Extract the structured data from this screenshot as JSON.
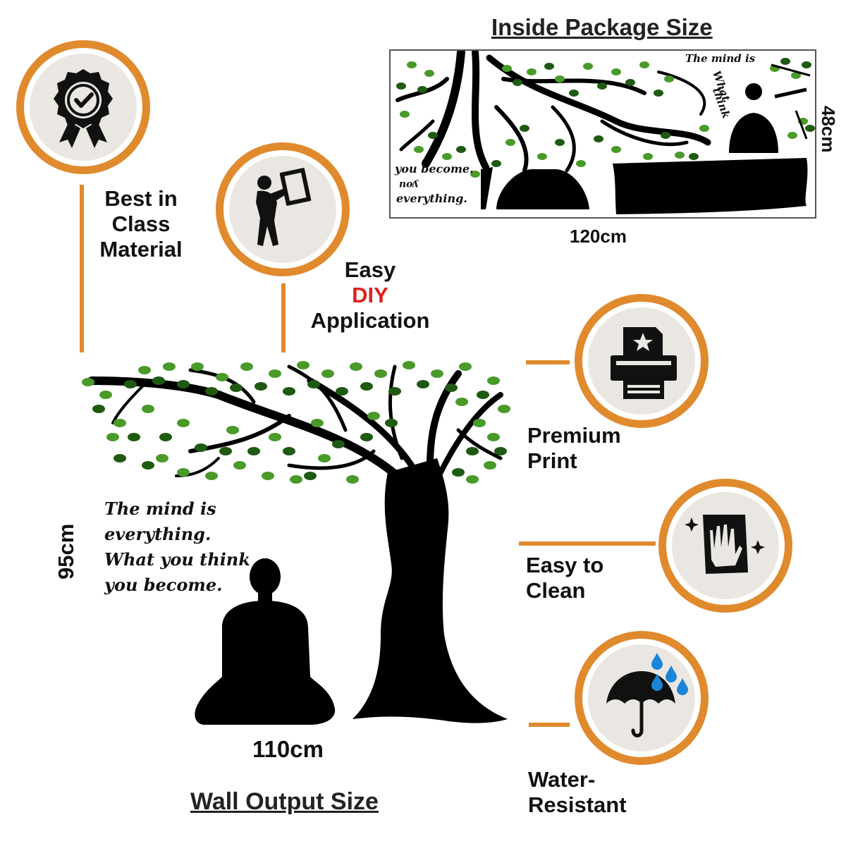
{
  "package": {
    "heading": "Inside Package Size",
    "width_label": "120cm",
    "height_label": "48cm",
    "quote_top": "The mind is",
    "quote_what": "What",
    "quote_think": "think",
    "quote_become": "you become.",
    "quote_you": "you",
    "quote_everything": "everything."
  },
  "features": [
    {
      "label_lines": [
        "Best in",
        "Class",
        "Material"
      ],
      "icon": "badge-check-icon"
    },
    {
      "label_lines": [
        "Easy",
        "DIY",
        "Application"
      ],
      "icon": "person-carrying-panel-icon"
    },
    {
      "label_lines": [
        "Premium",
        "Print"
      ],
      "icon": "printer-star-icon"
    },
    {
      "label_lines": [
        "Easy to",
        "Clean"
      ],
      "icon": "hand-cloth-sparkle-icon"
    },
    {
      "label_lines": [
        "Water-",
        "Resistant"
      ],
      "icon": "umbrella-rain-icon"
    }
  ],
  "wall": {
    "heading": "Wall Output Size",
    "width_label": "110cm",
    "height_label": "95cm",
    "quote_lines": [
      "The mind is",
      "everything.",
      "What you think",
      "you become."
    ]
  },
  "colors": {
    "accent": "#e08a2e",
    "diy": "#e1201f",
    "leaf_light": "#4a9a2a",
    "leaf_dark": "#1f5a12",
    "silhouette": "#000000"
  }
}
